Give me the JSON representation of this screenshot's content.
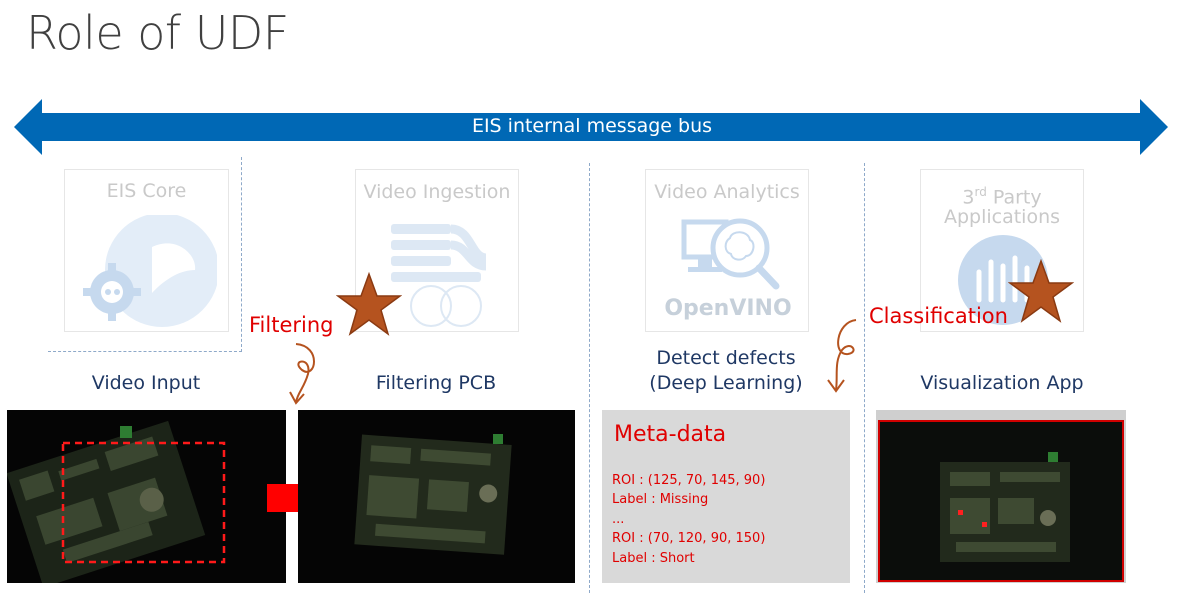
{
  "title": "Role of UDF",
  "bus": {
    "label": "EIS internal message bus"
  },
  "components": [
    {
      "name": "EIS Core"
    },
    {
      "name": "Video Ingestion"
    },
    {
      "name": "Video Analytics",
      "logo": "OpenVINO"
    },
    {
      "name_main": "3",
      "name_sup": "rd",
      "name_rest": " Party",
      "name_line2": "Applications"
    }
  ],
  "annotations": {
    "filtering": "Filtering",
    "classification": "Classification"
  },
  "stages": {
    "video_input": "Video Input",
    "filtering_pcb": "Filtering PCB",
    "detect_line1": "Detect defects",
    "detect_line2": "(Deep Learning)",
    "visualization": "Visualization App"
  },
  "metadata": {
    "title": "Meta-data",
    "lines": [
      "ROI : (125, 70, 145, 90)",
      "Label : Missing",
      "...",
      "ROI : (70, 120, 90, 150)",
      "Label : Short"
    ]
  },
  "colors": {
    "bus": "#0068b5",
    "accent_red": "#e00000",
    "stage_text": "#1f3864",
    "star": "#b5531f"
  },
  "icons": [
    "eis-core-icon",
    "video-ingestion-icon",
    "openvino-icon",
    "third-party-icon",
    "star-icon",
    "curly-arrow-icon",
    "right-arrow-icon"
  ]
}
